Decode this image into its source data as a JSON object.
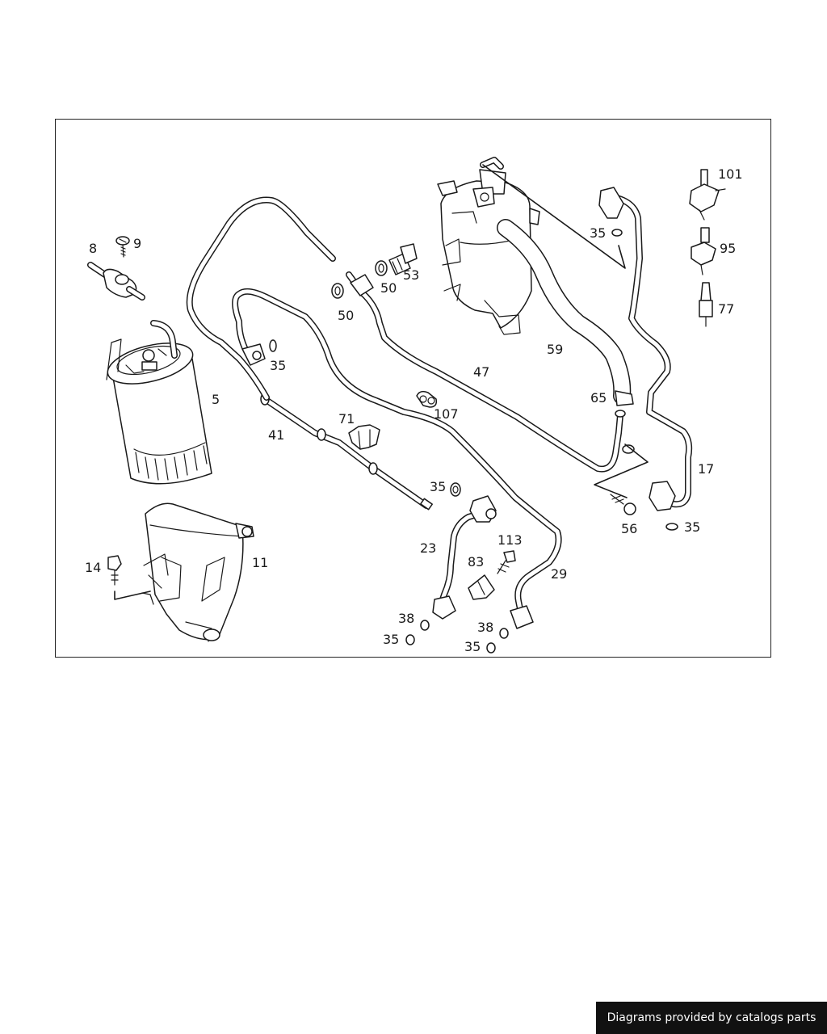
{
  "diagram": {
    "labels": [
      {
        "id": "l8",
        "text": "8"
      },
      {
        "id": "l9",
        "text": "9"
      },
      {
        "id": "l5",
        "text": "5"
      },
      {
        "id": "l11",
        "text": "11"
      },
      {
        "id": "l14",
        "text": "14"
      },
      {
        "id": "l35a",
        "text": "35"
      },
      {
        "id": "l41",
        "text": "41"
      },
      {
        "id": "l71",
        "text": "71"
      },
      {
        "id": "l50a",
        "text": "50"
      },
      {
        "id": "l50b",
        "text": "50"
      },
      {
        "id": "l53",
        "text": "53"
      },
      {
        "id": "l47",
        "text": "47"
      },
      {
        "id": "l107",
        "text": "107"
      },
      {
        "id": "l59",
        "text": "59"
      },
      {
        "id": "l35b",
        "text": "35"
      },
      {
        "id": "l65",
        "text": "65"
      },
      {
        "id": "l101",
        "text": "101"
      },
      {
        "id": "l95",
        "text": "95"
      },
      {
        "id": "l77",
        "text": "77"
      },
      {
        "id": "l17",
        "text": "17"
      },
      {
        "id": "l56",
        "text": "56"
      },
      {
        "id": "l35c",
        "text": "35"
      },
      {
        "id": "l35d",
        "text": "35"
      },
      {
        "id": "l23",
        "text": "23"
      },
      {
        "id": "l83",
        "text": "83"
      },
      {
        "id": "l113",
        "text": "113"
      },
      {
        "id": "l29",
        "text": "29"
      },
      {
        "id": "l38a",
        "text": "38"
      },
      {
        "id": "l35e",
        "text": "35"
      },
      {
        "id": "l38b",
        "text": "38"
      },
      {
        "id": "l35f",
        "text": "35"
      }
    ]
  },
  "footer": {
    "text": "Diagrams provided by catalogs parts"
  }
}
